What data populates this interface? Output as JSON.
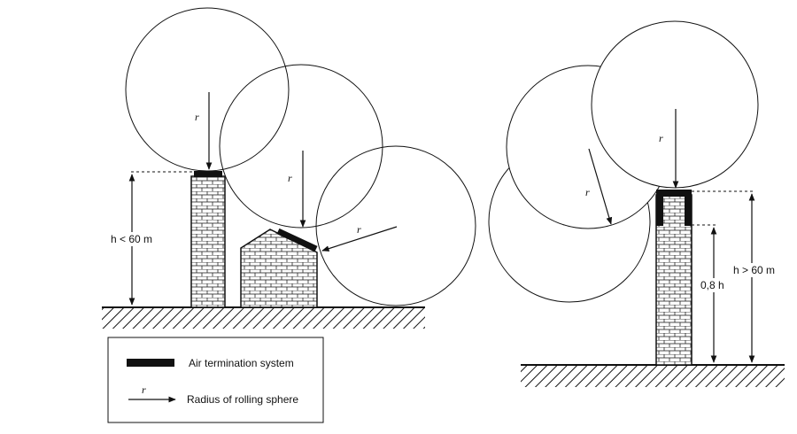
{
  "labels": {
    "r": "r",
    "h_lt": "h < 60 m",
    "h_gt": "h > 60 m",
    "h_08": "0,8 h"
  },
  "legend": {
    "air_termination": "Air termination system",
    "radius_symbol": "r",
    "radius_text": "Radius of rolling sphere"
  }
}
